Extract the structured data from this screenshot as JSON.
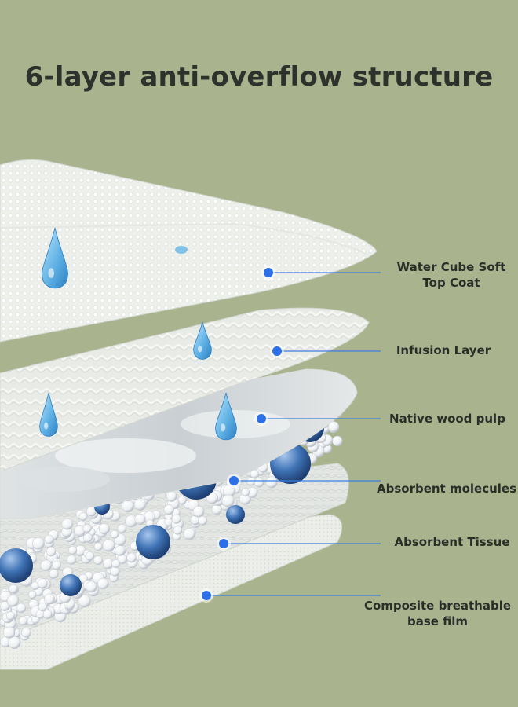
{
  "title": "6-layer anti-overflow structure",
  "colors": {
    "background": "#a9b48f",
    "pointer_line": "#3b7fe0",
    "pointer_dot": "#2c6fe6",
    "sheet": "#eceeeb",
    "bead": "#ffffff",
    "gel": "#3a6fb0",
    "droplet": "#6fb8e6"
  },
  "layers": [
    {
      "id": "top-coat",
      "label_lines": [
        "Water Cube Soft",
        "Top Coat"
      ]
    },
    {
      "id": "infusion",
      "label_lines": [
        "Infusion Layer"
      ]
    },
    {
      "id": "wood-pulp",
      "label_lines": [
        "Native wood pulp"
      ]
    },
    {
      "id": "molecules",
      "label_lines": [
        "Absorbent molecules"
      ]
    },
    {
      "id": "tissue",
      "label_lines": [
        "Absorbent Tissue"
      ]
    },
    {
      "id": "base-film",
      "label_lines": [
        "Composite breathable",
        "base film"
      ]
    }
  ]
}
